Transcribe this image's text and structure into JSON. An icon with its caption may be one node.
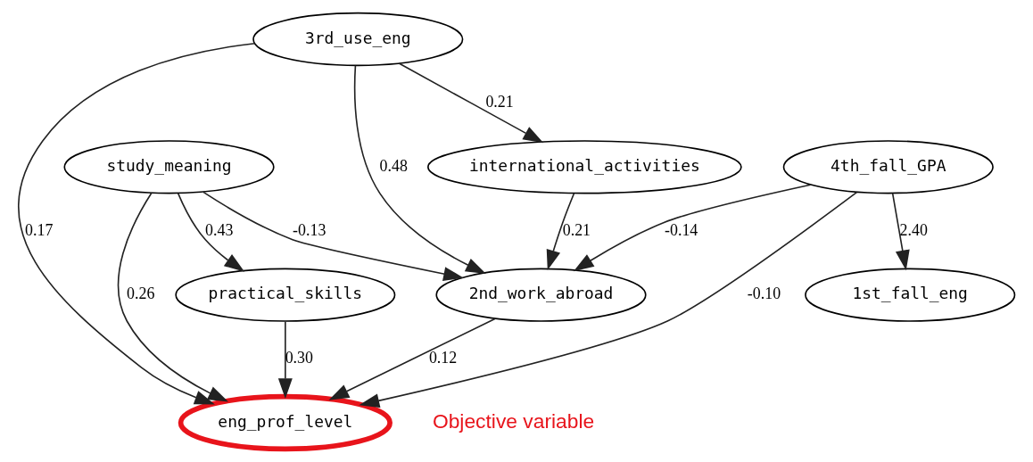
{
  "diagram": {
    "nodes": [
      {
        "text": [
          "3rd_use_eng"
        ]
      },
      {
        "text": [
          "study_meaning"
        ]
      },
      {
        "text": [
          "international_activities"
        ]
      },
      {
        "text": [
          "4th_fall_GPA"
        ]
      },
      {
        "text": [
          "practical_skills"
        ]
      },
      {
        "text": [
          "2nd_work_abroad"
        ]
      },
      {
        "text": [
          "1st_fall_eng"
        ]
      },
      {
        "text": [
          "eng_prof_level"
        ],
        "beside": [
          "Objective variable"
        ]
      }
    ],
    "edges": [
      {
        "from": 0,
        "to": 2,
        "arrow": "to",
        "label": "0.21"
      },
      {
        "from": 0,
        "to": 5,
        "arrow": "to",
        "label": "0.48"
      },
      {
        "from": 0,
        "to": 7,
        "arrow": "to",
        "label": "0.17"
      },
      {
        "from": 1,
        "to": 4,
        "arrow": "to",
        "label": "0.43"
      },
      {
        "from": 1,
        "to": 5,
        "arrow": "to",
        "label": "-0.13"
      },
      {
        "from": 1,
        "to": 7,
        "arrow": "to",
        "label": "0.26"
      },
      {
        "from": 2,
        "to": 5,
        "arrow": "to",
        "label": "0.21"
      },
      {
        "from": 3,
        "to": 5,
        "arrow": "to",
        "label": "-0.14"
      },
      {
        "from": 3,
        "to": 6,
        "arrow": "to",
        "label": "2.40"
      },
      {
        "from": 3,
        "to": 7,
        "arrow": "to",
        "label": "-0.10"
      },
      {
        "from": 4,
        "to": 7,
        "arrow": "to",
        "label": "0.30"
      },
      {
        "from": 5,
        "to": 7,
        "arrow": "to",
        "label": "0.12"
      }
    ]
  }
}
